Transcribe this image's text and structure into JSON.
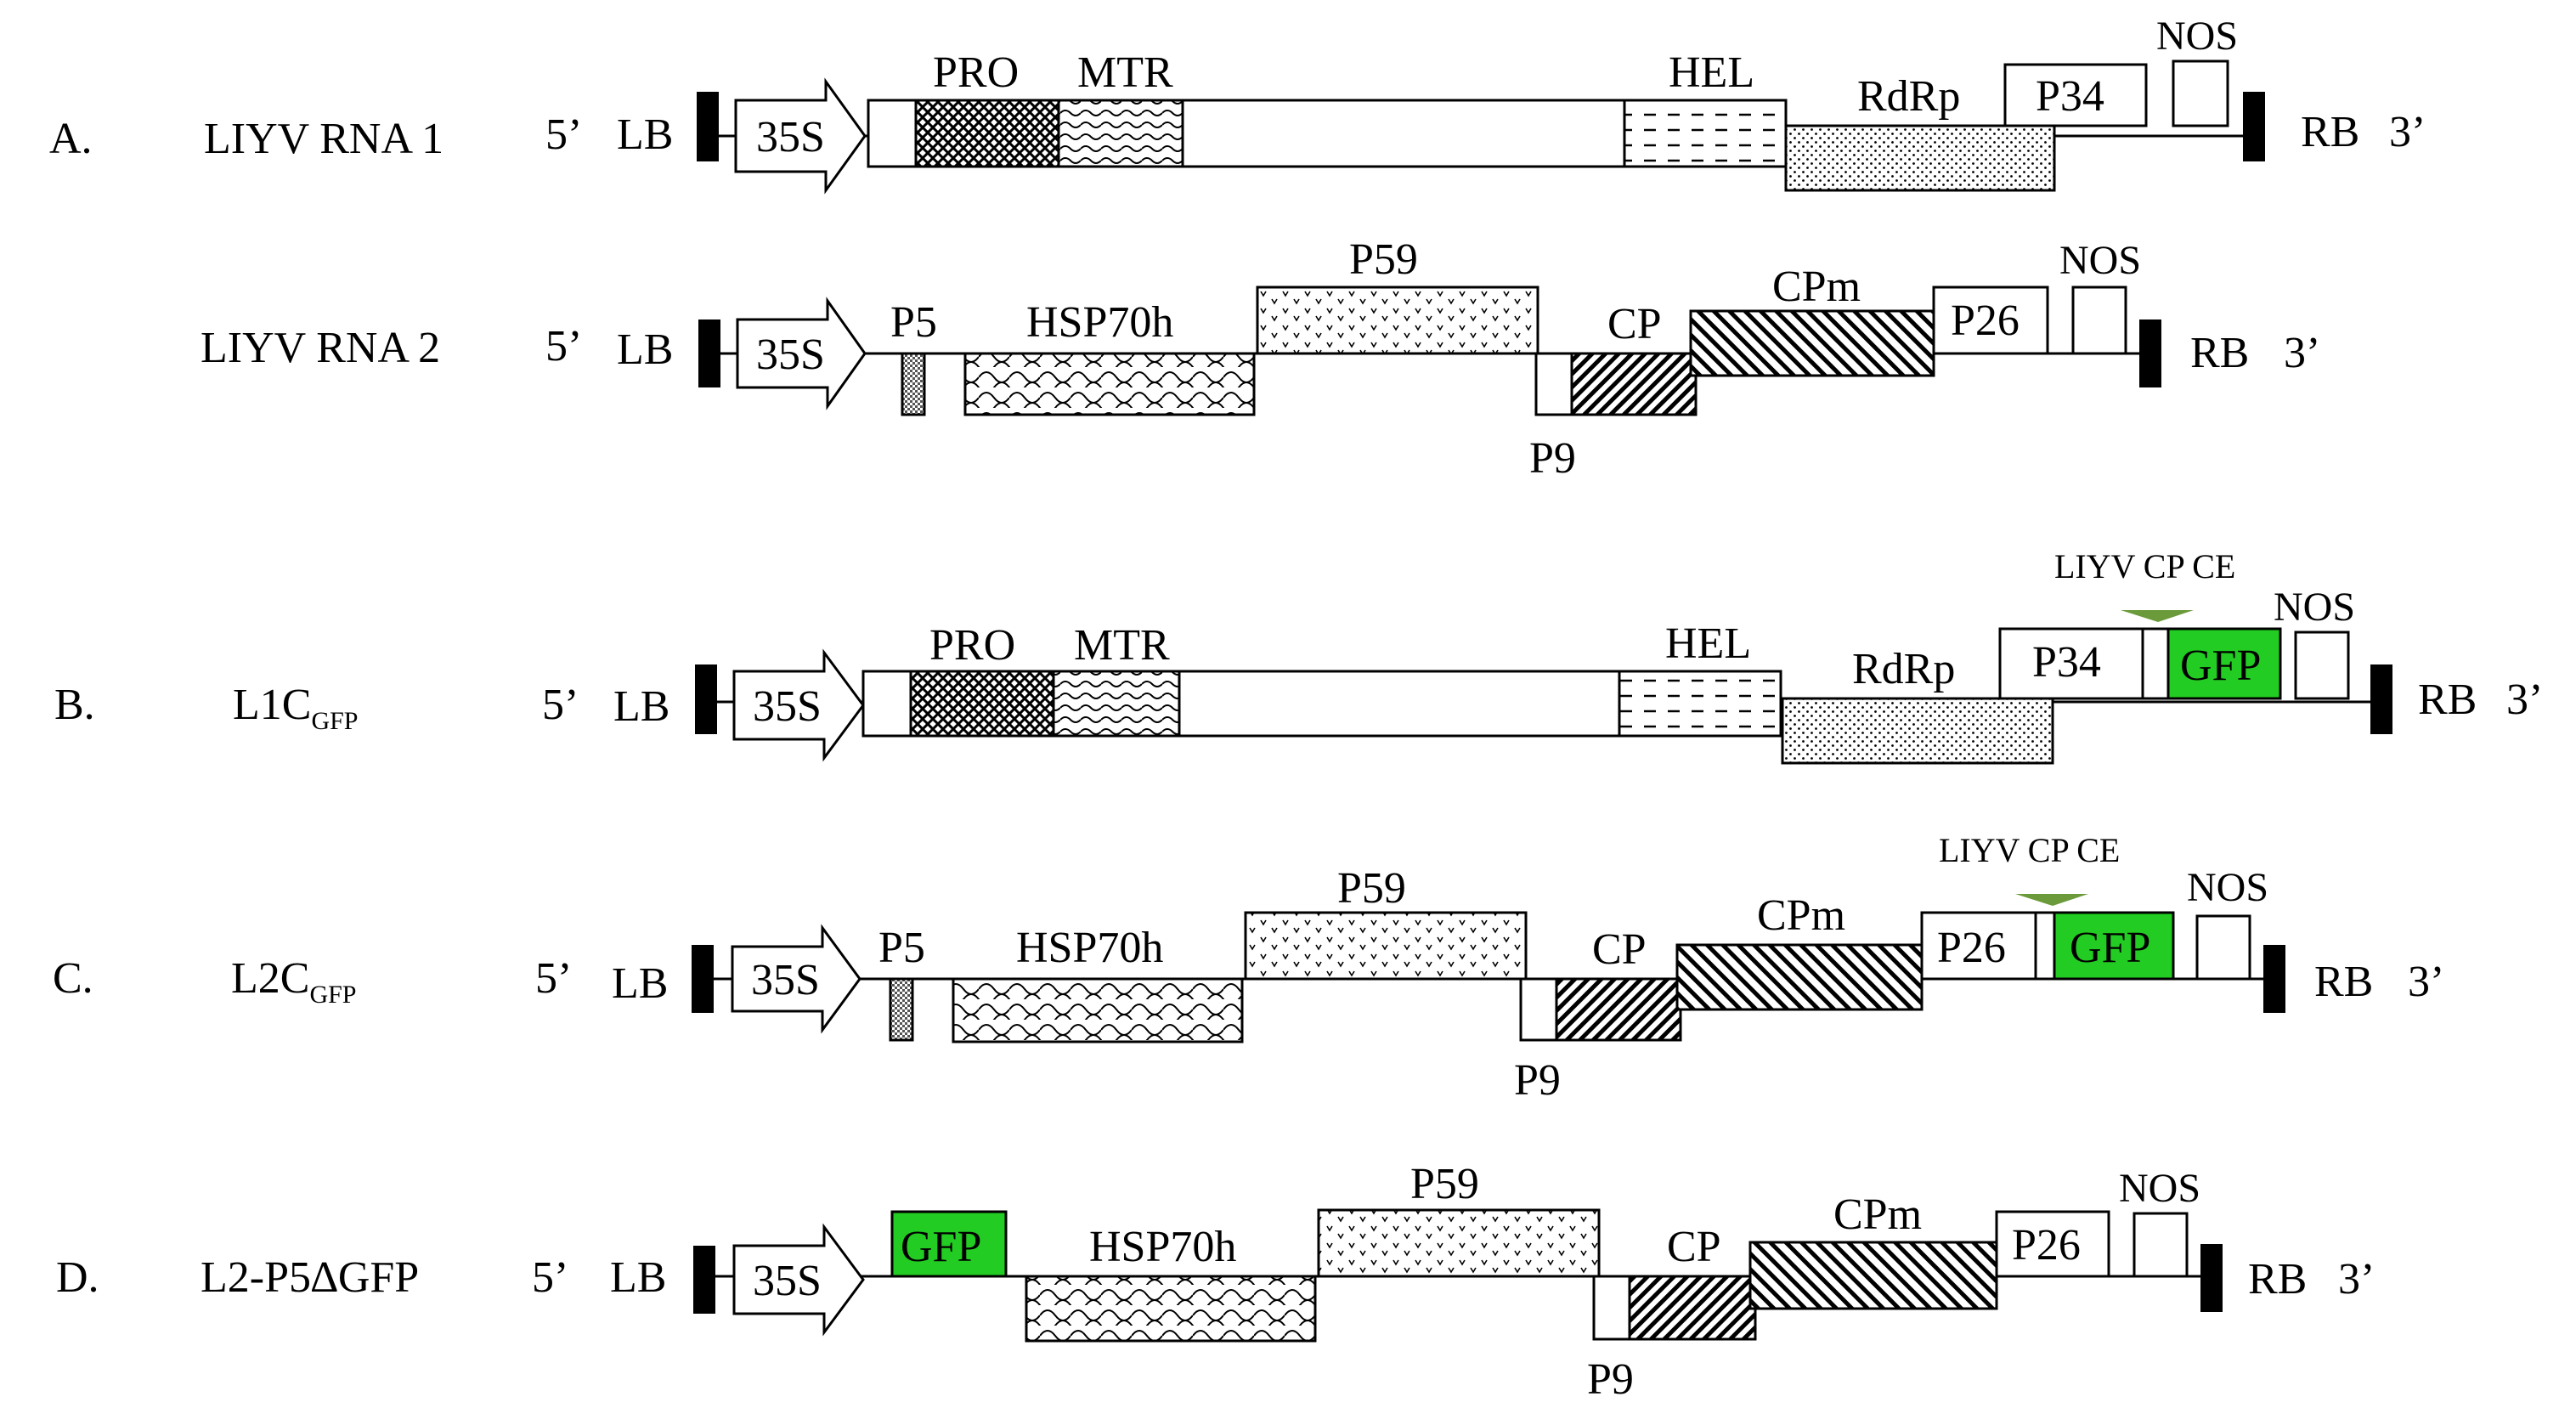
{
  "colors": {
    "gfp": "#22cc22",
    "marker": "#6a9a3a",
    "line": "#000000",
    "border": "#000000"
  },
  "common": {
    "five_prime": "5’",
    "three_prime": "3’",
    "lb": "LB",
    "rb": "RB",
    "promoter": "35S",
    "nos": "NOS",
    "pro": "PRO",
    "mtr": "MTR",
    "hel": "HEL",
    "rdrp": "RdRp",
    "p34": "P34",
    "p5": "P5",
    "hsp70h": "HSP70h",
    "p59": "P59",
    "p9": "P9",
    "cp": "CP",
    "cpm": "CPm",
    "p26": "P26",
    "gfp": "GFP",
    "ce": "LIYV CP CE"
  },
  "constructs": {
    "a": {
      "letter": "A.",
      "name": "LIYV RNA 1",
      "name_sub": ""
    },
    "a2": {
      "letter": "",
      "name": "LIYV RNA 2",
      "name_sub": ""
    },
    "b": {
      "letter": "B.",
      "name": "L1C",
      "name_sub": "GFP"
    },
    "c": {
      "letter": "C.",
      "name": "L2C",
      "name_sub": "GFP"
    },
    "d": {
      "letter": "D.",
      "name": "L2-P5∆GFP",
      "name_sub": ""
    }
  }
}
